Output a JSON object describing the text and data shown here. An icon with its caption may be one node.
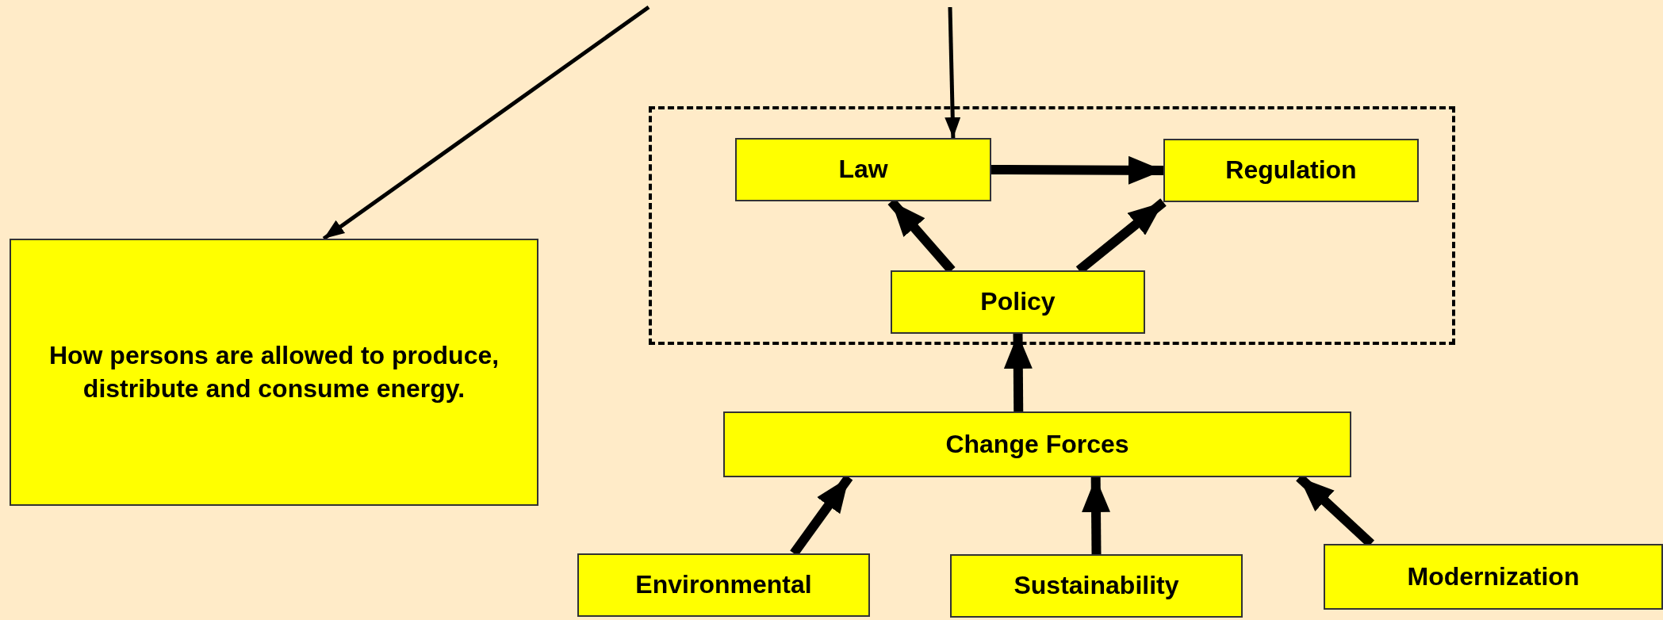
{
  "diagram": {
    "nodes": [
      {
        "text": [
          "How persons are allowed to produce, distribute and consume energy."
        ]
      },
      {
        "text": [],
        "shape": "box"
      },
      {
        "text": [
          "Law"
        ],
        "in": 1
      },
      {
        "text": [
          "Regulation"
        ],
        "in": 1
      },
      {
        "text": [
          "Policy"
        ],
        "in": 1
      },
      {
        "text": [
          "Change Forces"
        ]
      },
      {
        "text": [
          "Environmental"
        ]
      },
      {
        "text": [
          "Sustainability"
        ]
      },
      {
        "text": [
          "Modernization"
        ]
      }
    ],
    "edges": [
      {
        "from": null,
        "to": 0,
        "arrow": "to"
      },
      {
        "from": null,
        "to": 2,
        "arrow": "to"
      },
      {
        "from": 2,
        "to": 3,
        "arrow": "to"
      },
      {
        "from": 4,
        "to": 2,
        "arrow": "to"
      },
      {
        "from": 4,
        "to": 3,
        "arrow": "to"
      },
      {
        "from": 5,
        "to": 4,
        "arrow": "to"
      },
      {
        "from": 6,
        "to": 5,
        "arrow": "to"
      },
      {
        "from": 7,
        "to": 5,
        "arrow": "to"
      },
      {
        "from": 8,
        "to": 5,
        "arrow": "to"
      }
    ]
  }
}
